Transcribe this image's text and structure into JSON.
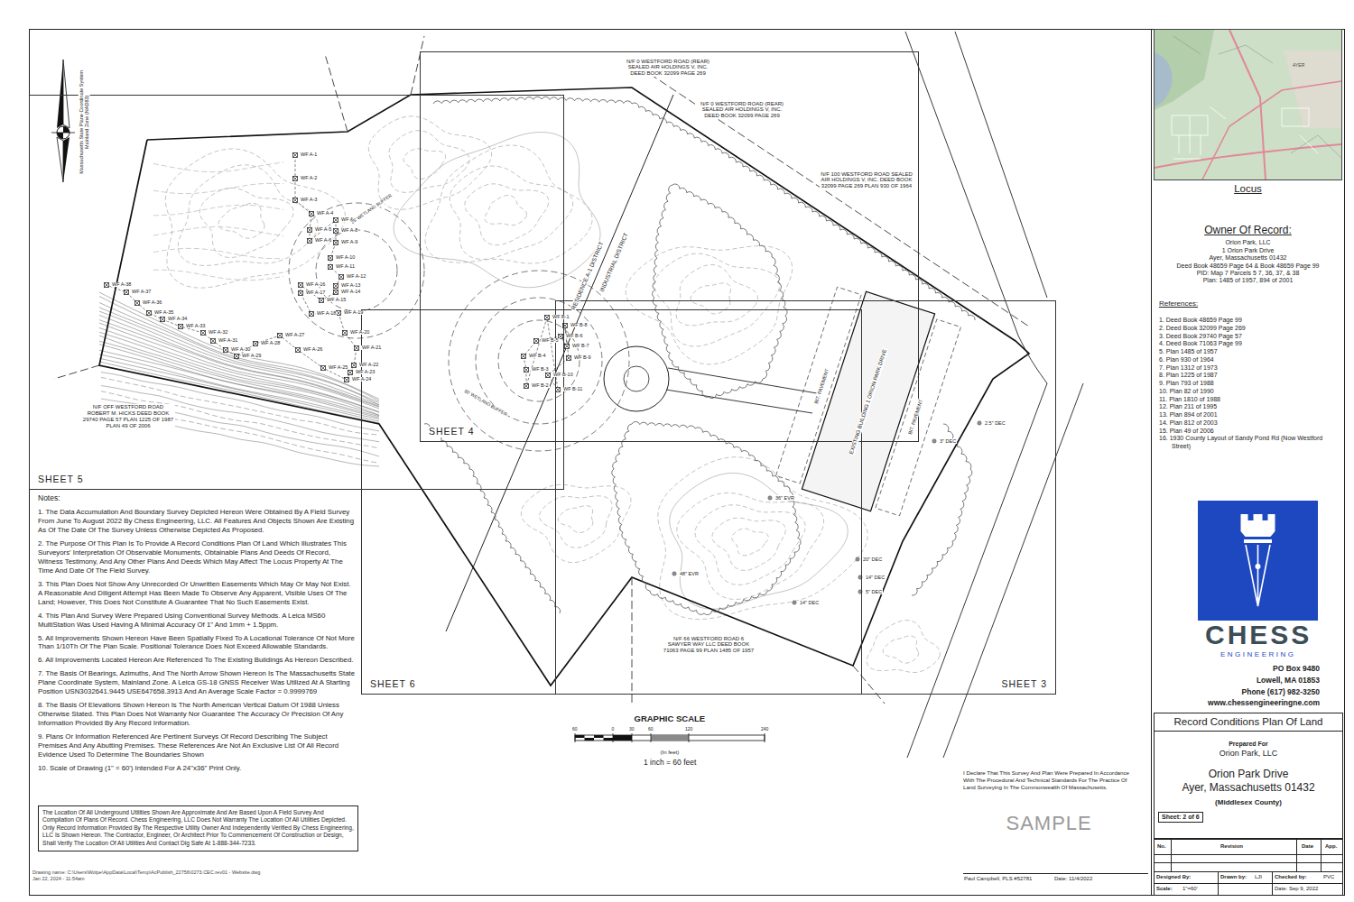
{
  "diagram": {
    "nodes": [
      {
        "text": [
          "Locus"
        ]
      },
      {
        "text": [
          "SHEET 3"
        ]
      },
      {
        "text": [
          "SHEET 4"
        ]
      },
      {
        "text": [
          "SHEET 5"
        ]
      },
      {
        "text": [
          "SHEET 6"
        ]
      },
      {
        "text": [
          "The Location Of All Underground Utilities Shown Are Approximate And Are Based Upon A Field Survey And Compilation Of Plans Of Record. Chess Engineering, LLC Does Not Warranty The Location Of All Utilities Depicted. Only Record Information Provided By The Respective Utility Owner And Independently Verified By Chess Engineering, LLC Is Shown Hereon. The Contractor, Engineer, Or Architect Prior To Commencement Of Construction or Design, Shall Verify The Location Of All Utilities And Contact Dig Safe At 1-888-344-7233."
        ]
      },
      {
        "text": [
          "Record Conditions Plan Of Land",
          "Prepared For",
          "Orion Park, LLC",
          "Orion Park Drive",
          "Ayer, Massachusetts 01432",
          "(Middlesex County)",
          "Sheet: 2 of 6"
        ]
      }
    ],
    "labels": [
      "Massachusetts State Plane Coordinate System Mainland Zone (NAD83)",
      "N/F 0 WESTFORD ROAD (REAR) SEALED AIR HOLDINGS V, INC. DEED BOOK 32099 PAGE 269",
      "N/F 0 WESTFORD ROAD (REAR) SEALED AIR HOLDINGS V, INC. DEED BOOK 32099 PAGE 269",
      "N/F 100 WESTFORD ROAD SEALED AIR HOLDINGS V, INC. DEED BOOK 32099 PAGE 269 PLAN 930 OF 1964",
      "N/F OFF WESTFORD ROAD ROBERT M. HICKS DEED BOOK 29740 PAGE 57 PLAN 1225 OF 1987 PLAN 49 OF 2006",
      "N/F 66 WESTFORD ROAD 6 SAWYER WAY LLC DEED BOOK 71063 PAGE 99 PLAN 1485 OF 1957",
      "RESIDENCE A-1 DISTRICT",
      "INDUSTRIAL DISTRICT",
      "WF A-1",
      "WF A-2",
      "WF A-3",
      "WF A-4",
      "WF A-5",
      "WF A-6",
      "WF A-7",
      "WF A-8",
      "WF A-9",
      "WF A-10",
      "WF A-11",
      "WF A-12",
      "WF A-13",
      "WF A-14",
      "WF A-15",
      "WF A-16",
      "WF A-17",
      "WF A-18",
      "WF A-19",
      "WF A-20",
      "WF A-21",
      "WF A-22",
      "WF A-23",
      "WF A-24",
      "WF A-25",
      "WF A-26",
      "WF A-27",
      "WF A-28",
      "WF A-29",
      "WF A-30",
      "WF A-31",
      "WF A-32",
      "WF A-33",
      "WF A-34",
      "WF A-35",
      "WF A-36",
      "WF A-37",
      "WF A-38",
      "WF B-1",
      "WF B-2",
      "WF B-3",
      "WF B-4",
      "WF B-5",
      "WF B-6",
      "WF B-7",
      "WF B-8",
      "WF B-9",
      "WF B-10",
      "WF B-11",
      "25' WETLAND BUFFER",
      "50' WETLAND BUFFER",
      "EXISTING BUILDING 1 ORION PARK DRIVE",
      "BIT. PAVEMENT",
      "BIT. PAVEMENT",
      "36\" EVR",
      "48\" EVR",
      "14\" DEC",
      "20\" DEC",
      "14\" DEC",
      "5\" DEC",
      "3\" DEC",
      "2.5\" DEC",
      "AYER",
      "Owner Of Record:",
      "Orion Park, LLC",
      "1 Orion Park Drive",
      "Ayer, Massachusetts 01432",
      "Deed Book 48659 Page 64 & Book 48659 Page 99",
      "PID: Map 7 Parcels 5 7, 36, 37, & 38",
      "Plan: 1485 of 1957, 894 of 2001",
      "References:",
      "1. Deed Book 48659 Page 99",
      "2. Deed Book 32099 Page 269",
      "3. Deed Book 29740 Page 57",
      "4. Deed Book 71063 Page 99",
      "5. Plan 1485 of 1957",
      "6. Plan 930 of 1964",
      "7. Plan 1312 of 1973",
      "8. Plan 1225 of 1987",
      "9. Plan 793 of 1988",
      "10. Plan 82 of 1990",
      "11. Plan 1810 of 1988",
      "12. Plan 211 of 1995",
      "13. Plan 894 of 2001",
      "14. Plan 812 of 2003",
      "15. Plan 49 of 2006",
      "16. 1930 County Layout of Sandy Pond Rd (Now Westford Street)",
      "Notes:",
      "1. The Data Accumulation And Boundary Survey Depicted Hereon Were Obtained By A Field Survey From June To August 2022 By Chess Engineering, LLC. All Features And Objects Shown Are Existing As Of The Date Of The Survey Unless Otherwise Depicted As Proposed.",
      "2. The Purpose Of This Plan Is To Provide A Record Conditions Plan Of Land Which Illustrates This Surveyors' Interpretation Of Observable Monuments, Obtainable Plans And Deeds Of Record, Witness Testimony, And Any Other Plans And Deeds Which May Affect The Locus Property At The Time And Date Of The Field Survey.",
      "3. This Plan Does Not Show Any Unrecorded Or Unwritten Easements Which May Or May Not Exist. A Reasonable And Diligent Attempt Has Been Made To Observe Any Apparent, Visible Uses Of The Land; However, This Does Not Constitute A Guarantee That No Such Easements Exist.",
      "4. This Plan And Survey Were Prepared Using Conventional Survey Methods. A Leica MS60 MultiStation Was Used Having A Minimal Accuracy Of 1\" And 1mm + 1.5ppm.",
      "5. All Improvements Shown Hereon Have Been Spatially Fixed To A Locational Tolerance Of Not More Than 1/10Th Of The Plan Scale. Positional Tolerance Does Not Exceed Allowable Standards.",
      "6. All Improvements Located Hereon Are Referenced To The Existing Buildings As Hereon Described.",
      "7. The Basis Of Bearings, Azimuths, And The North Arrow Shown Hereon Is The Massachusetts State Plane Coordinate System, Mainland Zone. A Leica GS-18 GNSS Receiver Was Utilized At A Starting Position USN3032641.9445 USE647658.3913 And An Average Scale Factor = 0.9999769",
      "8. The Basis Of Elevations Shown Hereon Is The North American Vertical Datum Of 1988 Unless Otherwise Stated. This Plan Does Not Warranty Nor Guarantee The Accuracy Or Precision Of Any Information Provided By Any Record Information.",
      "9. Plans Or Information Referenced Are Pertinent Surveys Of Record Describing The Subject Premises And Any Abutting Premises. These References Are Not An Exclusive List Of All Record Evidence Used To Determine The Boundaries Shown",
      "10. Scale of Drawing (1\" = 60') Intended For A 24\"x36\" Print Only.",
      "Drawing name: C:\\Users\\Wolpe\\AppData\\Local\\Temp\\AcPublish_22756\\0273.CEC.rev01 - Website.dwg",
      "Jan 22, 2024 - 11:54am",
      "GRAPHIC SCALE",
      "60",
      "0",
      "30",
      "60",
      "120",
      "240",
      "(In feet)",
      "1 inch = 60 feet",
      "CHESS",
      "ENGINEERING",
      "PO Box 9480",
      "Lowell, MA 01853",
      "Phone (617) 982-3250",
      "www.chessengineeringne.com",
      "I Declare That This Survey And Plan Were Prepared In Accordance With The Procedural And Technical Standards For The Practice Of Land Surveying In The Commonwealth Of Massachusetts.",
      "SAMPLE",
      "Paul Campbell, PLS #52781",
      "Date: 11/4/2022",
      "No.",
      "Revision",
      "Date",
      "App.",
      "Designed By:",
      "Drawn by:",
      "LJI",
      "Checked by:",
      "PVC",
      "Scale:",
      "1\"=60'",
      "Date: Sep 9, 2022"
    ]
  }
}
